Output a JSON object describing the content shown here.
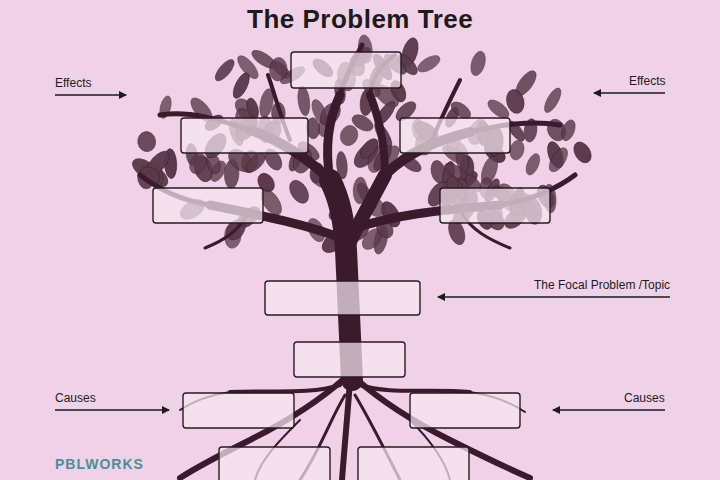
{
  "diagram": {
    "title": "The Problem Tree",
    "labels": [
      "Effects",
      "Effects",
      "The Focal Problem /Topic",
      "Causes",
      "Causes",
      "PBLWORKS"
    ]
  }
}
